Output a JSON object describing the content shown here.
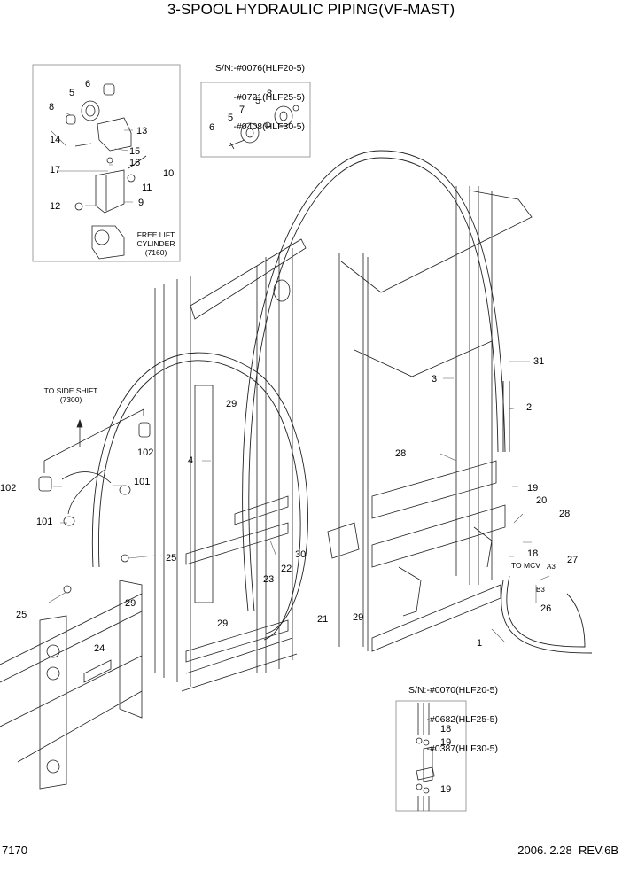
{
  "title": "3-SPOOL HYDRAULIC PIPING(VF-MAST)",
  "footer": {
    "page_code": "7170",
    "revision": "2006. 2.28  REV.6B"
  },
  "inset_free_lift": {
    "callouts": [
      "6",
      "5",
      "8",
      "13",
      "14",
      "15",
      "16",
      "17",
      "10",
      "11",
      "12",
      "9"
    ],
    "note_line1": "FREE LIFT",
    "note_line2": "CYLINDER",
    "note_line3": "(7160)"
  },
  "inset_sheave": {
    "serial_line1": "S/N:-#0076(HLF20-5)",
    "serial_line2": "-#0721(HLF25-5)",
    "serial_line3": "-#0408(HLF30-5)",
    "callouts": [
      "8",
      "5",
      "7",
      "5",
      "6"
    ]
  },
  "inset_bracket": {
    "serial_line1": "S/N:-#0070(HLF20-5)",
    "serial_line2": "-#0682(HLF25-5)",
    "serial_line3": "-#0387(HLF30-5)",
    "callouts": [
      "18",
      "19",
      "19"
    ]
  },
  "side_shift": {
    "line1": "TO SIDE SHIFT",
    "line2": "(7300)"
  },
  "to_mcv": "TO MCV",
  "port_a3": "A3",
  "port_b3": "B3",
  "main_callouts": {
    "c31": "31",
    "c3": "3",
    "c2": "2",
    "c28a": "28",
    "c19": "19",
    "c20": "20",
    "c28b": "28",
    "c18": "18",
    "c27": "27",
    "c26": "26",
    "c1": "1",
    "c29a": "29",
    "c4": "4",
    "c102a": "102",
    "c102b": "102",
    "c101a": "101",
    "c101b": "101",
    "c25a": "25",
    "c25b": "25",
    "c30": "30",
    "c22": "22",
    "c23": "23",
    "c29b": "29",
    "c24": "24",
    "c29c": "29",
    "c21": "21",
    "c29d": "29"
  }
}
